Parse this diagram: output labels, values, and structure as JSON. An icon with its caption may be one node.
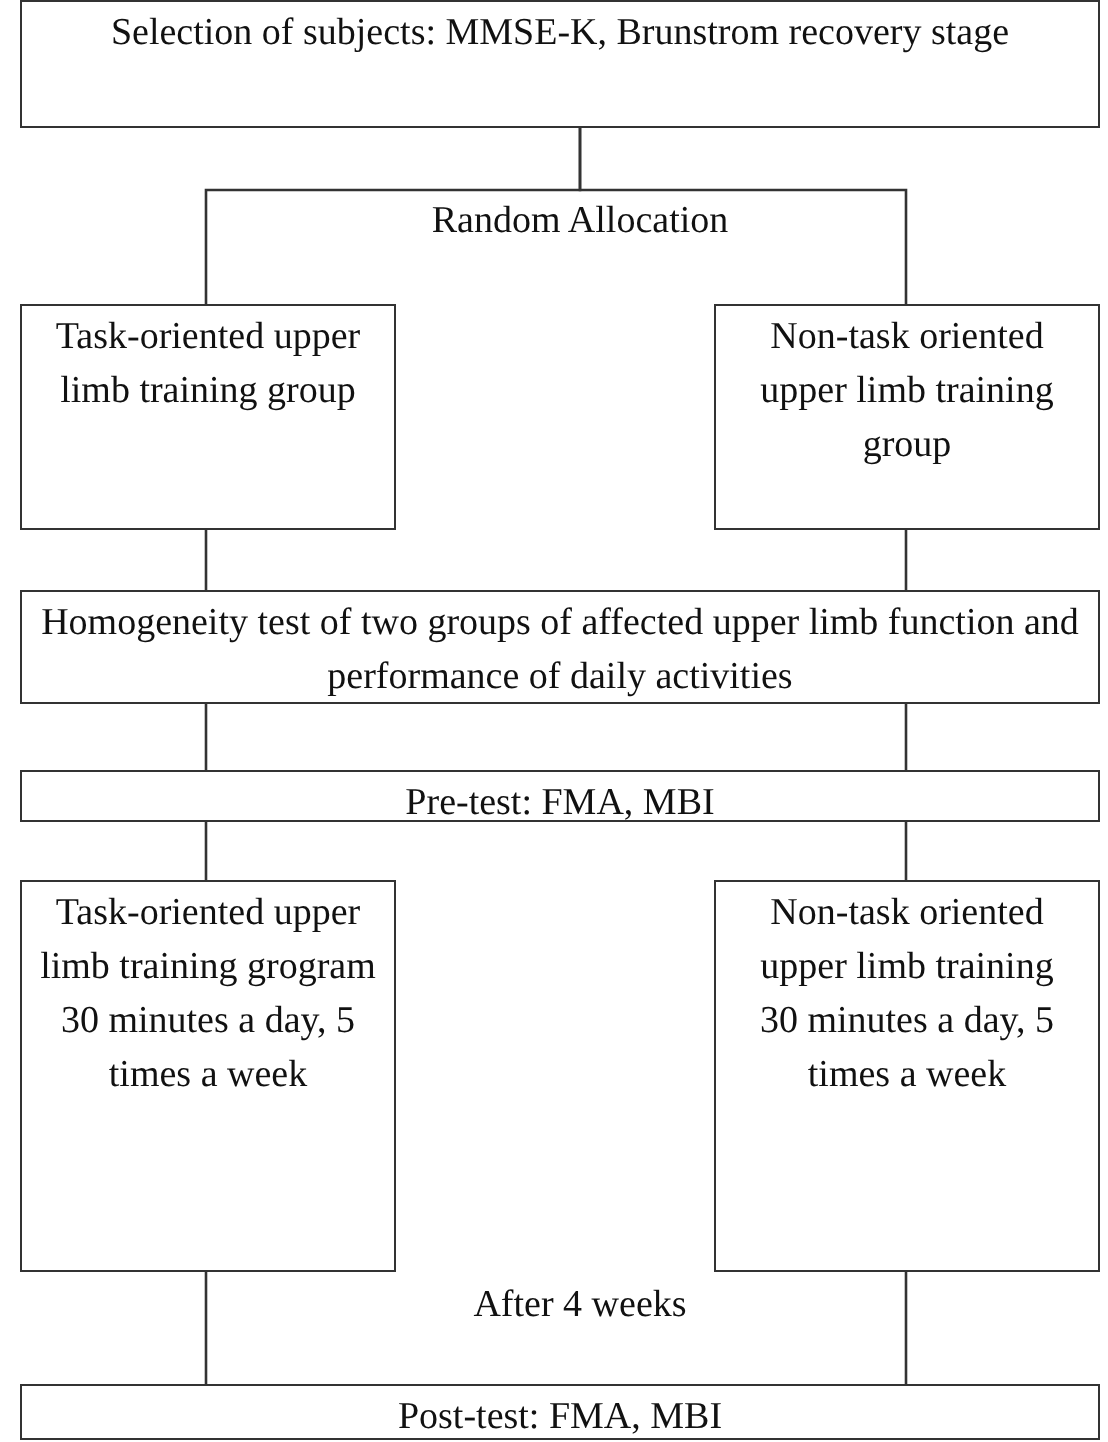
{
  "diagram": {
    "nodes": [
      {
        "text": [
          "Selection of subjects: MMSE-K, Brunstrom recovery stage"
        ]
      },
      {
        "text": [
          "Task-oriented upper limb training group"
        ]
      },
      {
        "text": [
          "Non-task oriented upper limb training group"
        ]
      },
      {
        "text": [
          "Homogeneity test of two groups of affected upper limb function and performance of daily activities"
        ]
      },
      {
        "text": [
          "Pre-test: FMA, MBI"
        ]
      },
      {
        "text": [
          "Task-oriented upper limb training grogram",
          "30 minutes a day, 5 times a week"
        ]
      },
      {
        "text": [
          "Non-task oriented upper limb training",
          "30 minutes a day, 5 times a week"
        ]
      },
      {
        "text": [
          "Post-test: FMA, MBI"
        ]
      }
    ],
    "edges": [
      {
        "from": 0,
        "to": 1,
        "arrow": "none"
      },
      {
        "from": 0,
        "to": 2,
        "arrow": "none"
      },
      {
        "from": 1,
        "to": 3,
        "arrow": "none"
      },
      {
        "from": 2,
        "to": 3,
        "arrow": "none"
      },
      {
        "from": 3,
        "to": 4,
        "arrow": "none"
      },
      {
        "from": 3,
        "to": 4,
        "arrow": "none"
      },
      {
        "from": 4,
        "to": 5,
        "arrow": "none"
      },
      {
        "from": 4,
        "to": 6,
        "arrow": "none"
      },
      {
        "from": 5,
        "to": 7,
        "arrow": "none"
      },
      {
        "from": 6,
        "to": 7,
        "arrow": "none"
      }
    ],
    "labels": [
      "Random Allocation",
      "After 4 weeks"
    ]
  }
}
